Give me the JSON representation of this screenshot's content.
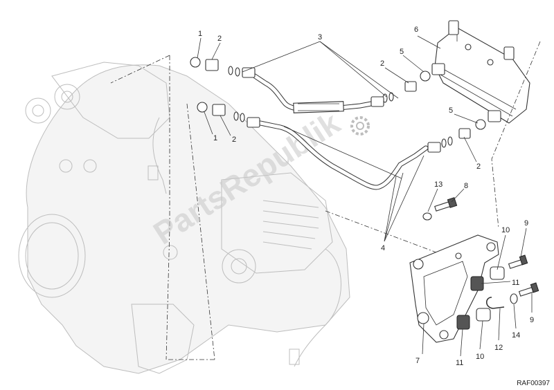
{
  "diagram": {
    "drawing_code": "RAF00397",
    "watermark": "PartsRepublik",
    "callouts": [
      {
        "id": "c1a",
        "text": "1"
      },
      {
        "id": "c2a",
        "text": "2"
      },
      {
        "id": "c3",
        "text": "3"
      },
      {
        "id": "c6",
        "text": "6"
      },
      {
        "id": "c5a",
        "text": "5"
      },
      {
        "id": "c2b",
        "text": "2"
      },
      {
        "id": "c1b",
        "text": "1"
      },
      {
        "id": "c2c",
        "text": "2"
      },
      {
        "id": "c5b",
        "text": "5"
      },
      {
        "id": "c2d",
        "text": "2"
      },
      {
        "id": "c13",
        "text": "13"
      },
      {
        "id": "c8",
        "text": "8"
      },
      {
        "id": "c4",
        "text": "4"
      },
      {
        "id": "c10a",
        "text": "10"
      },
      {
        "id": "c9a",
        "text": "9"
      },
      {
        "id": "c11a",
        "text": "11"
      },
      {
        "id": "c9b",
        "text": "9"
      },
      {
        "id": "c7",
        "text": "7"
      },
      {
        "id": "c14",
        "text": "14"
      },
      {
        "id": "c12",
        "text": "12"
      },
      {
        "id": "c10b",
        "text": "10"
      },
      {
        "id": "c11b",
        "text": "11"
      }
    ]
  }
}
